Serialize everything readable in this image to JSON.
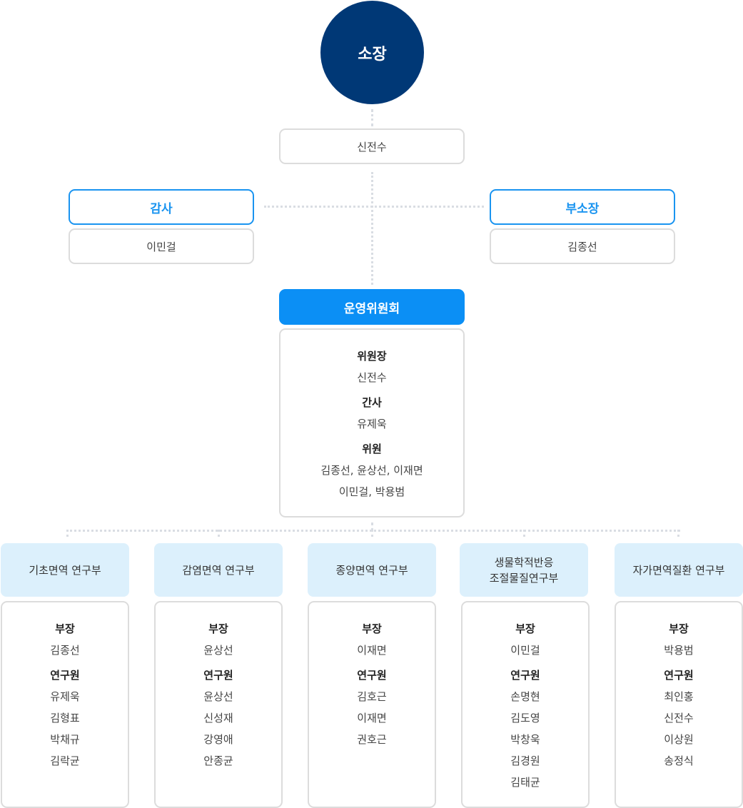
{
  "director": {
    "title": "소장",
    "name": "신전수"
  },
  "auditor": {
    "title": "감사",
    "name": "이민걸"
  },
  "deputy": {
    "title": "부소장",
    "name": "김종선"
  },
  "committee": {
    "title": "운영위원회",
    "chair_role": "위원장",
    "chair_name": "신전수",
    "secretary_role": "간사",
    "secretary_name": "유제욱",
    "member_role": "위원",
    "members_line1": "김종선, 윤상선, 이재면",
    "members_line2": "이민걸, 박용범"
  },
  "departments": [
    {
      "name": "기초면역 연구부",
      "head_role": "부장",
      "head": "김종선",
      "researcher_role": "연구원",
      "researchers": [
        "유제욱",
        "김형표",
        "박채규",
        "김락균"
      ]
    },
    {
      "name": "감염면역 연구부",
      "head_role": "부장",
      "head": "윤상선",
      "researcher_role": "연구원",
      "researchers": [
        "윤상선",
        "신성재",
        "강영애",
        "안종균"
      ]
    },
    {
      "name": "종양면역 연구부",
      "head_role": "부장",
      "head": "이재면",
      "researcher_role": "연구원",
      "researchers": [
        "김호근",
        "이재면",
        "권호근"
      ]
    },
    {
      "name_line1": "생물학적반응",
      "name_line2": "조절물질연구부",
      "head_role": "부장",
      "head": "이민걸",
      "researcher_role": "연구원",
      "researchers": [
        "손명현",
        "김도영",
        "박창욱",
        "김경원",
        "김태균"
      ]
    },
    {
      "name": "자가면역질환 연구부",
      "head_role": "부장",
      "head": "박용범",
      "researcher_role": "연구원",
      "researchers": [
        "최인홍",
        "신전수",
        "이상원",
        "송정식"
      ]
    }
  ]
}
